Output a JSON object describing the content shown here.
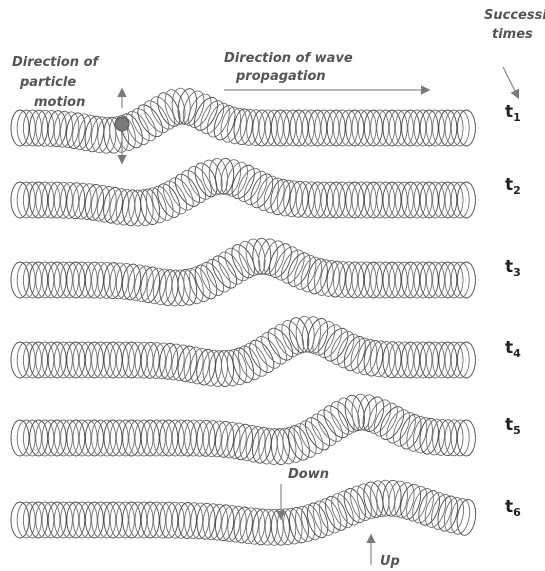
{
  "labels": {
    "particle_motion_line1": "Direction of",
    "particle_motion_line2": "particle",
    "particle_motion_line3": "motion",
    "propagation_line1": "Direction of wave",
    "propagation_line2": "propagation",
    "successive_line1": "Successive",
    "successive_line2": "times",
    "down": "Down",
    "up": "Up"
  },
  "times": [
    {
      "t": "t",
      "sub": "1"
    },
    {
      "t": "t",
      "sub": "2"
    },
    {
      "t": "t",
      "sub": "3"
    },
    {
      "t": "t",
      "sub": "4"
    },
    {
      "t": "t",
      "sub": "5"
    },
    {
      "t": "t",
      "sub": "6"
    }
  ],
  "colors": {
    "coil": "#707070",
    "coil_dark": "#4a4a4a",
    "particle": "#7a7a7a",
    "text": "#555555"
  }
}
